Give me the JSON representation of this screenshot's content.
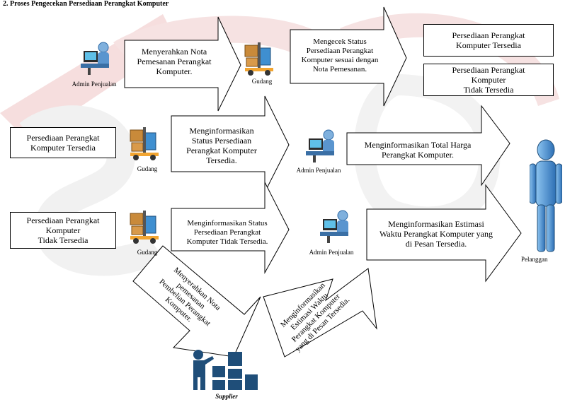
{
  "title": "2. Proses Pengecekan Persediaan Perangkat Komputer",
  "actors": {
    "admin1": "Admin Penjualan",
    "gudang1": "Gudang",
    "gudang2": "Gudang",
    "admin2": "Admin Penjualan",
    "gudang3": "Gudang",
    "admin3": "Admin Penjualan",
    "pelanggan": "Pelanggan",
    "supplier": "Supplier"
  },
  "arrows": {
    "a1": [
      "Menyerahkan Nota",
      "Pemesanan Perangkat",
      "Komputer."
    ],
    "a2": [
      "Mengecek Status",
      "Persediaan Perangkat",
      "Komputer sesuai dengan",
      "Nota Pemesanan."
    ],
    "a3": [
      "Menginformasikan",
      "Status Persediaan",
      "Perangkat Komputer",
      "Tersedia."
    ],
    "a4": [
      "Menginformasikan Total Harga",
      "Perangkat Komputer."
    ],
    "a5": [
      "Menginformasikan Status",
      "Persediaan Perangkat",
      "Komputer Tidak Tersedia."
    ],
    "a6": [
      "Menginformasikan Estimasi",
      "Waktu Perangkat Komputer yang",
      "di Pesan Tersedia."
    ],
    "a7": [
      "Menyerahkan Nota",
      "pemesanan",
      "Pembelian Perangkat",
      "Komputer."
    ],
    "a8": [
      "Menginformasikan",
      "Estimasi Waktu",
      "Perangkat Komputer",
      "yang di Pesan Tersedia."
    ]
  },
  "boxes": {
    "b1": [
      "Persediaan Perangkat",
      "Komputer Tersedia"
    ],
    "b2": [
      "Persediaan Perangkat",
      "Komputer",
      "Tidak Tersedia"
    ],
    "b3": [
      "Persediaan Perangkat",
      "Komputer Tersedia"
    ],
    "b4": [
      "Persediaan Perangkat",
      "Komputer",
      "Tidak Tersedia"
    ]
  },
  "colors": {
    "icon_blue": "#1f4e79",
    "watermark_red": "#f4d6d6",
    "watermark_gray": "#eeeeee"
  }
}
